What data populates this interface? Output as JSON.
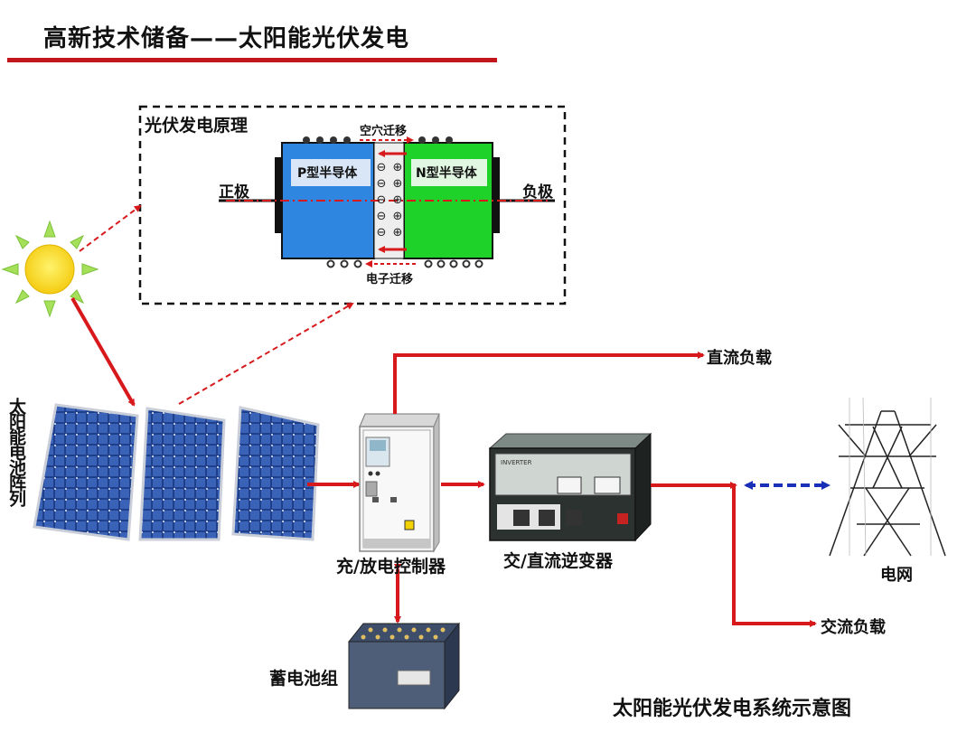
{
  "header": {
    "title": "高新技术储备——太阳能光伏发电"
  },
  "principle": {
    "title": "光伏发电原理",
    "hole_migration": "空穴迁移",
    "electron_migration": "电子迁移",
    "p_type": "P型半导体",
    "n_type": "N型半导体",
    "positive": "正极",
    "negative": "负极"
  },
  "system": {
    "solar_array": "太阳能电池阵列",
    "controller": "充/放电控制器",
    "inverter": "交/直流逆变器",
    "inverter_plate": "INVERTER",
    "battery": "蓄电池组",
    "dc_load": "直流负载",
    "ac_load": "交流负载",
    "grid": "电网",
    "caption": "太阳能光伏发电系统示意图"
  },
  "colors": {
    "accent_red": "#d7191c",
    "p_blue": "#2f86e0",
    "n_green": "#1fd22a",
    "arrow_blue": "#1a2fb8"
  }
}
